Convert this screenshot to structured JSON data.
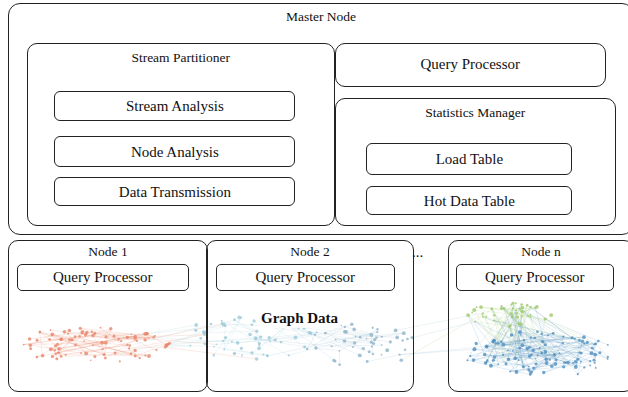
{
  "diagram": {
    "nodes": [
      {
        "text": [
          "Master Node"
        ]
      },
      {
        "text": [
          "Stream Partitioner"
        ],
        "in": 0
      },
      {
        "text": [
          "Stream Analysis"
        ],
        "in": 1
      },
      {
        "text": [
          "Node Analysis"
        ],
        "in": 1
      },
      {
        "text": [
          "Data Transmission"
        ],
        "in": 1
      },
      {
        "text": [
          "Query Processor"
        ],
        "in": 0
      },
      {
        "text": [
          "Statistics Manager"
        ],
        "in": 0
      },
      {
        "text": [
          "Load Table"
        ],
        "in": 6
      },
      {
        "text": [
          "Hot Data Table"
        ],
        "in": 6
      },
      {
        "text": [
          "Node 1"
        ]
      },
      {
        "text": [
          "Query Processor"
        ],
        "in": 9
      },
      {
        "text": [
          "Node 2"
        ]
      },
      {
        "text": [
          "Query Processor"
        ],
        "in": 11
      },
      {
        "text": [
          "Node n"
        ]
      },
      {
        "text": [
          "Query Processor"
        ],
        "in": 13
      }
    ],
    "labels": [
      "...",
      "Graph Data"
    ]
  }
}
